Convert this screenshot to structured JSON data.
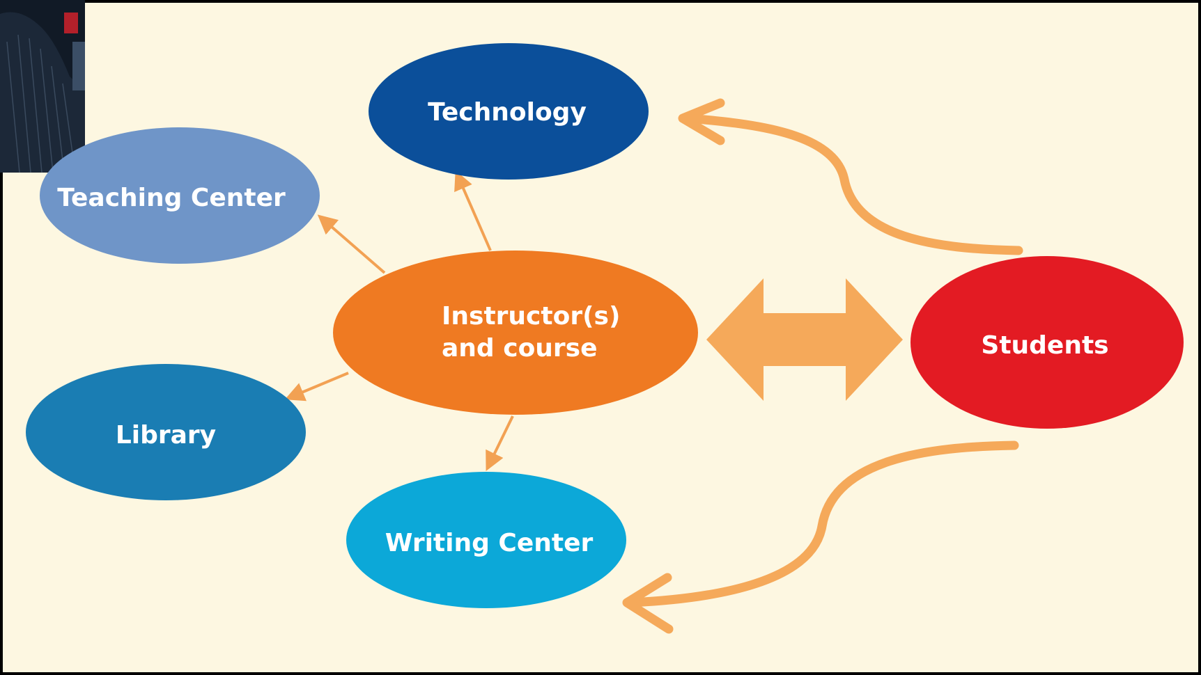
{
  "diagram": {
    "colors": {
      "background": "#fdf7e1",
      "frame": "#000000",
      "arrow_light": "#f5a95a",
      "arrow_thin": "#f2a153",
      "instructor": "#ef7a22",
      "students": "#e31b23",
      "technology": "#0b4f9a",
      "teaching_center": "#6f95c8",
      "library": "#1a7db3",
      "writing_center": "#0ca8d8"
    },
    "nodes": {
      "technology": "Technology",
      "teaching_center": "Teaching Center",
      "instructor_line1": "Instructor(s)",
      "instructor_line2": "and course",
      "library": "Library",
      "writing_center": "Writing Center",
      "students": "Students"
    },
    "edges": [
      {
        "from": "instructor",
        "to": "technology"
      },
      {
        "from": "instructor",
        "to": "teaching_center"
      },
      {
        "from": "instructor",
        "to": "library"
      },
      {
        "from": "instructor",
        "to": "writing_center"
      },
      {
        "from": "instructor",
        "to": "students",
        "bidirectional": true
      },
      {
        "from": "students",
        "to": "technology"
      },
      {
        "from": "students",
        "to": "writing_center"
      }
    ],
    "photo_inset": "person-photo"
  }
}
